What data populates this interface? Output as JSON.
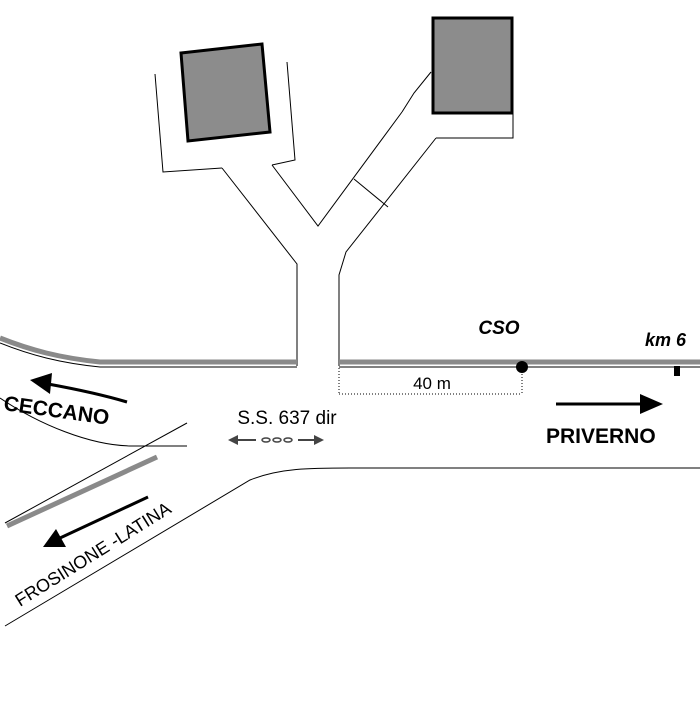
{
  "map": {
    "labels": {
      "site": "CSO",
      "km": "km 6",
      "distance": "40 m",
      "road": "S.S. 637 dir",
      "ceccano": "CECCANO",
      "priverno": "PRIVERNO",
      "frosinone_latina": "FROSINONE -LATINA"
    },
    "colors": {
      "background": "#ffffff",
      "ink": "#000000",
      "building_fill": "#8c8c8c",
      "rail": "#8a8a8a"
    },
    "icons": {
      "site_marker": "dot-marker",
      "km_marker": "square-marker",
      "road_direction": "double-arrow"
    }
  }
}
